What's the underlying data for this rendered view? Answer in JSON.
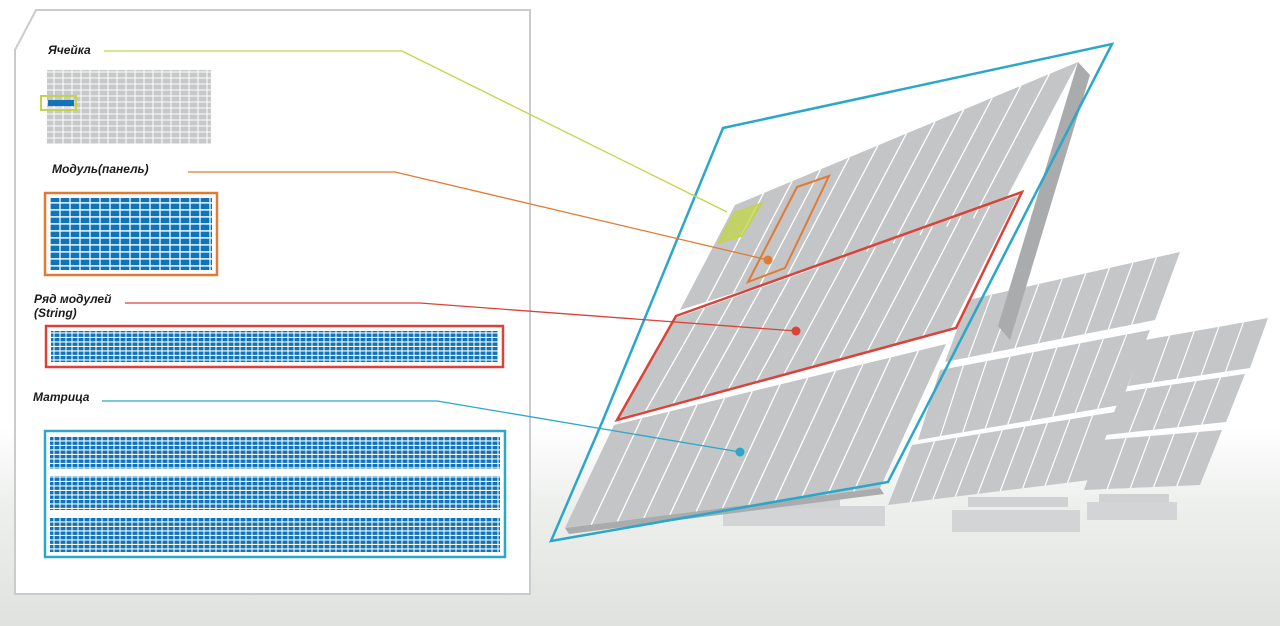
{
  "legend": {
    "cell_label": "Ячейка",
    "module_label": "Модуль(панель)",
    "string_label_line1": "Ряд модулей",
    "string_label_line2": "(String)",
    "array_label": "Матрица"
  },
  "colors": {
    "cell_accent": "#c3d44a",
    "module_accent": "#e07b35",
    "string_accent": "#d9433a",
    "array_accent": "#2aa7c9",
    "panel_blue": "#0f75b8",
    "panel_gray": "#c3c5c7"
  }
}
